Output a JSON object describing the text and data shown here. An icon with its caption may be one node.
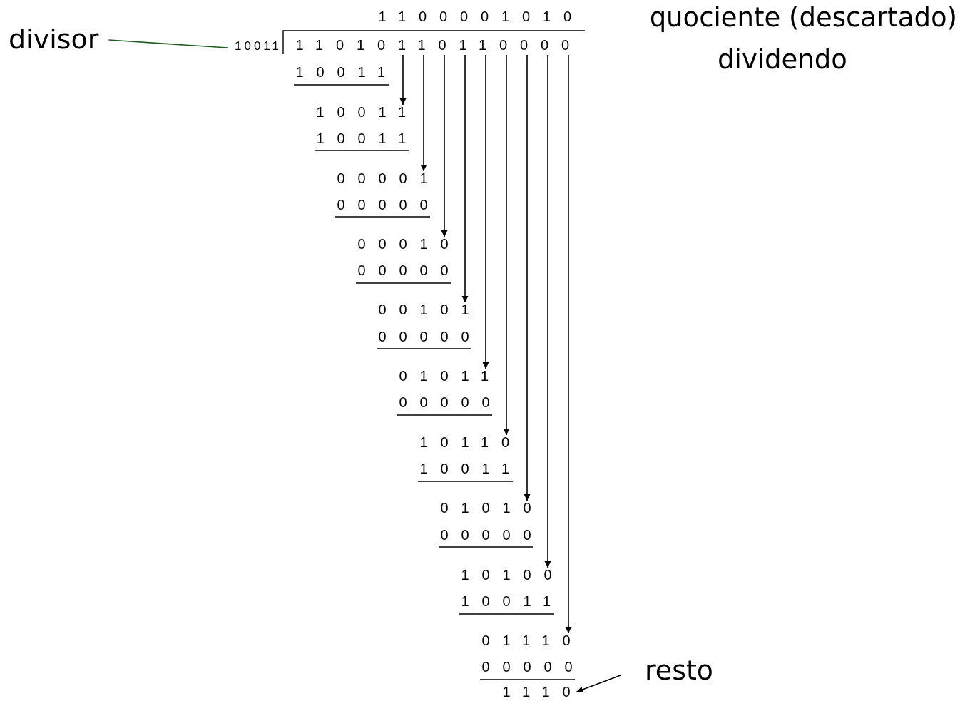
{
  "diagram": {
    "nodes": [
      {
        "text": [
          "divisor"
        ]
      },
      {
        "text": [
          "10011"
        ]
      },
      {
        "text": [
          "11010110110000"
        ]
      },
      {
        "text": [
          "10011"
        ]
      },
      {
        "text": [
          "00001"
        ]
      },
      {
        "text": [
          "00010"
        ]
      },
      {
        "text": [
          "00101"
        ]
      },
      {
        "text": [
          "01011"
        ]
      },
      {
        "text": [
          "10110"
        ]
      },
      {
        "text": [
          "01010"
        ]
      },
      {
        "text": [
          "10100"
        ]
      },
      {
        "text": [
          "01110"
        ]
      },
      {
        "text": [
          "1110"
        ]
      },
      {
        "text": [
          "resto"
        ]
      }
    ],
    "edges": [
      {
        "from": 0,
        "to": 1,
        "arrow": "none",
        "color": "#1e5a1e"
      },
      {
        "from": 2,
        "to": 3,
        "arrow": "to"
      },
      {
        "from": 2,
        "to": 4,
        "arrow": "to"
      },
      {
        "from": 2,
        "to": 5,
        "arrow": "to"
      },
      {
        "from": 2,
        "to": 6,
        "arrow": "to"
      },
      {
        "from": 2,
        "to": 7,
        "arrow": "to"
      },
      {
        "from": 2,
        "to": 8,
        "arrow": "to"
      },
      {
        "from": 2,
        "to": 9,
        "arrow": "to"
      },
      {
        "from": 2,
        "to": 10,
        "arrow": "to"
      },
      {
        "from": 2,
        "to": 11,
        "arrow": "to"
      },
      {
        "from": 13,
        "to": 12,
        "arrow": "to"
      }
    ],
    "labels": [
      "1100001010",
      "quociente (descartado)",
      "dividendo",
      "10011",
      "10011",
      "00000",
      "00000",
      "00000",
      "00000",
      "10011",
      "00000",
      "10011",
      "00000"
    ]
  }
}
